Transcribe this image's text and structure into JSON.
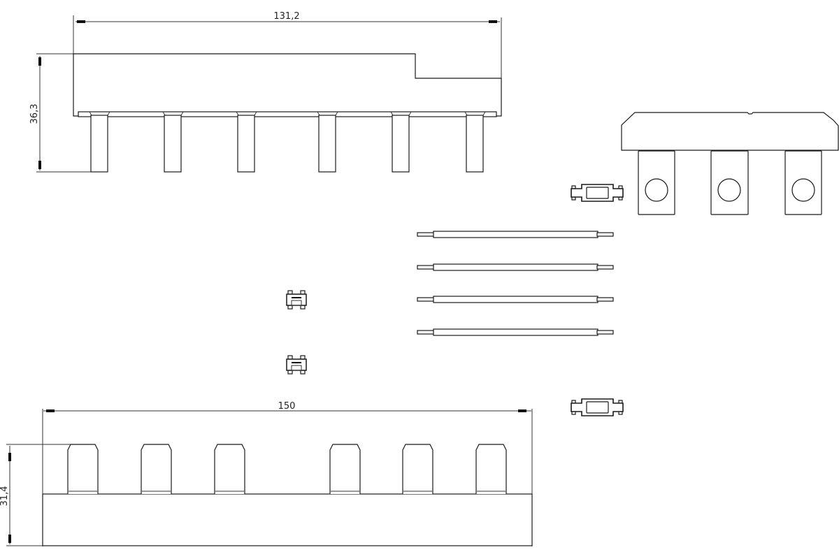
{
  "drawing": {
    "top_view": {
      "dimension_width": "131,2",
      "dimension_height": "36,3",
      "pin_count": 6
    },
    "bottom_view": {
      "dimension_width": "150",
      "dimension_height": "31,4",
      "tab_count": 6
    },
    "side_view": {
      "lug_count": 3
    },
    "wires": {
      "count": 4
    },
    "clips": {
      "large_count": 2,
      "small_count": 2
    }
  }
}
